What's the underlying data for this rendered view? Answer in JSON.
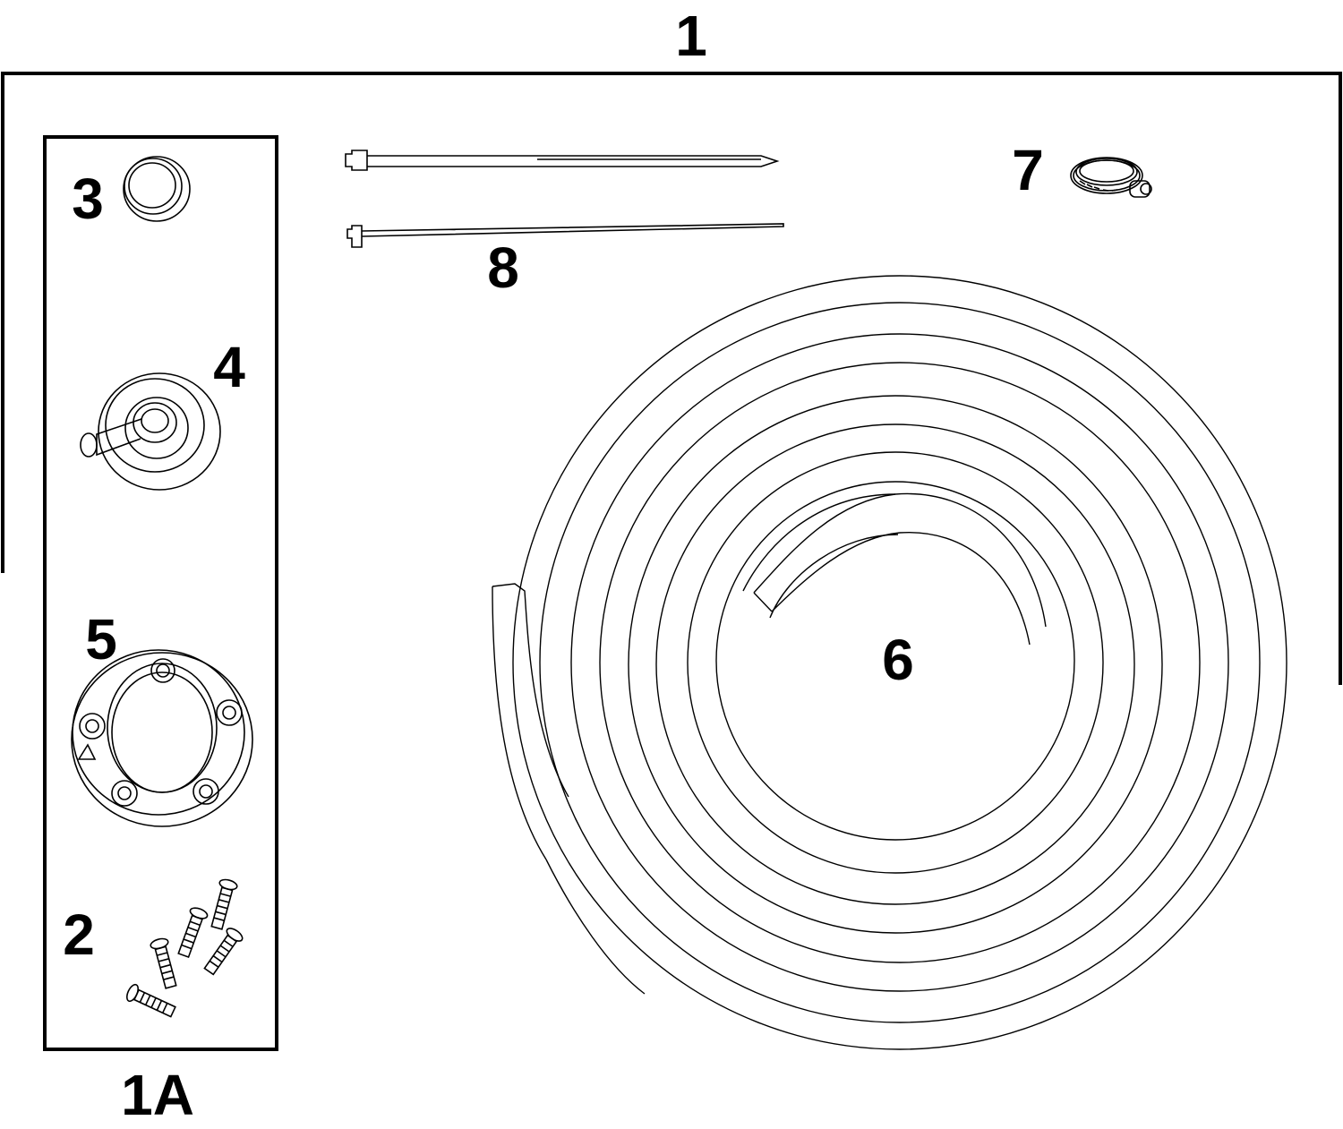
{
  "diagram": {
    "callouts": {
      "c1": "1",
      "c1a": "1A",
      "c2": "2",
      "c3": "3",
      "c4": "4",
      "c5": "5",
      "c6": "6",
      "c7": "7",
      "c8": "8"
    },
    "parts": [
      {
        "ref": "1A",
        "shape": "kit-box"
      },
      {
        "ref": "2",
        "shape": "screws",
        "count": 5
      },
      {
        "ref": "3",
        "shape": "grommet"
      },
      {
        "ref": "4",
        "shape": "fitting"
      },
      {
        "ref": "5",
        "shape": "flange"
      },
      {
        "ref": "6",
        "shape": "hose-coil"
      },
      {
        "ref": "7",
        "shape": "hose-clamp"
      },
      {
        "ref": "8",
        "shape": "cable-ties",
        "count": 2
      }
    ]
  }
}
